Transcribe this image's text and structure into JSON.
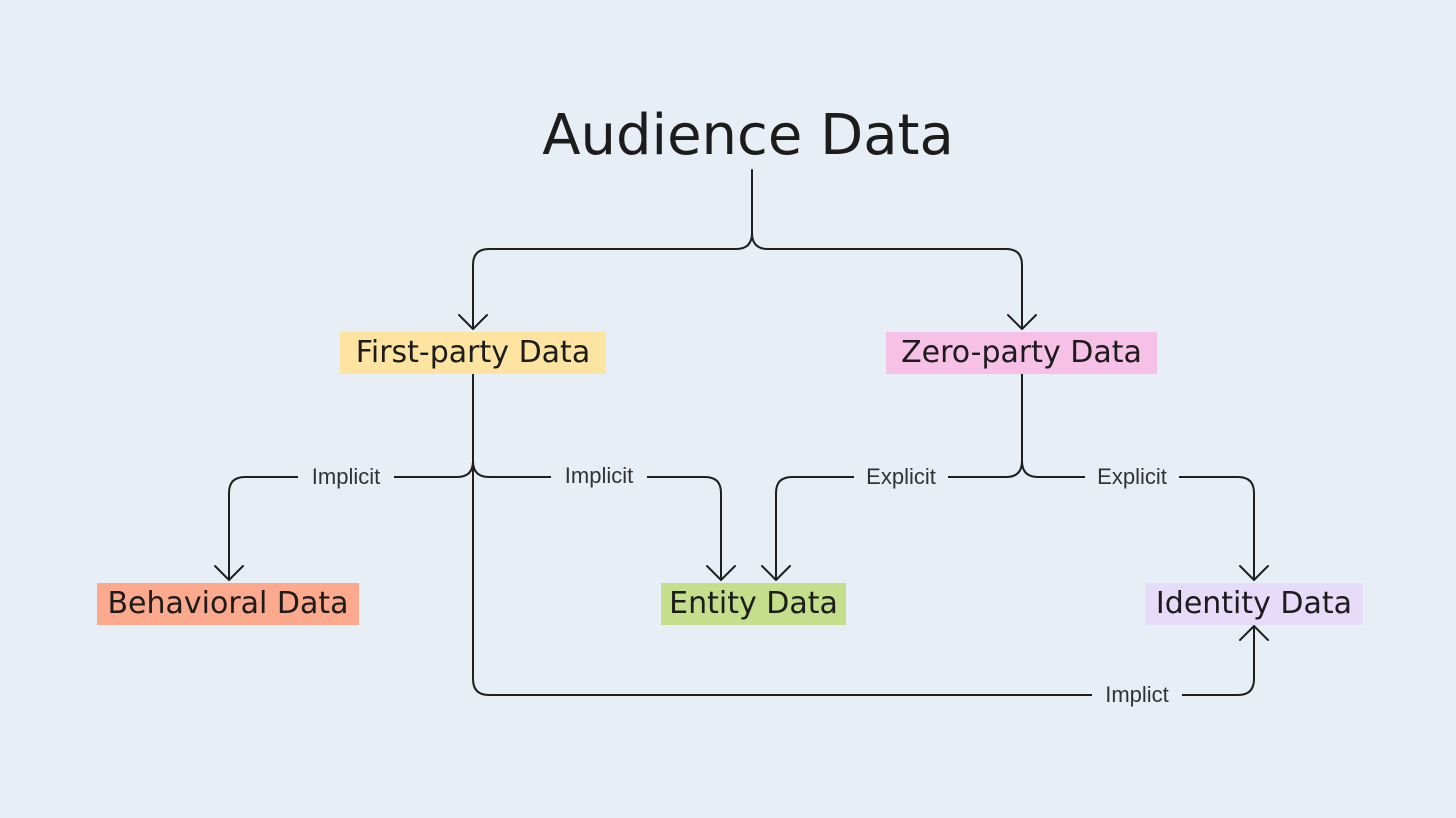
{
  "diagram": {
    "title": "Audience Data",
    "nodes": {
      "first_party": {
        "label": "First-party Data",
        "color": "#fde4a0"
      },
      "zero_party": {
        "label": "Zero-party Data",
        "color": "#f7c0e6"
      },
      "behavioral": {
        "label": "Behavioral Data",
        "color": "#fca98d"
      },
      "entity": {
        "label": "Entity Data",
        "color": "#c4de8c"
      },
      "identity": {
        "label": "Identity Data",
        "color": "#e6dbf8"
      }
    },
    "edges": [
      {
        "from": "Audience Data",
        "to": "First-party Data",
        "label": ""
      },
      {
        "from": "Audience Data",
        "to": "Zero-party Data",
        "label": ""
      },
      {
        "from": "First-party Data",
        "to": "Behavioral Data",
        "label": "Implicit"
      },
      {
        "from": "First-party Data",
        "to": "Entity Data",
        "label": "Implicit"
      },
      {
        "from": "Zero-party Data",
        "to": "Entity Data",
        "label": "Explicit"
      },
      {
        "from": "Zero-party Data",
        "to": "Identity Data",
        "label": "Explicit"
      },
      {
        "from": "First-party Data",
        "to": "Identity Data",
        "label": "Implict"
      }
    ]
  }
}
